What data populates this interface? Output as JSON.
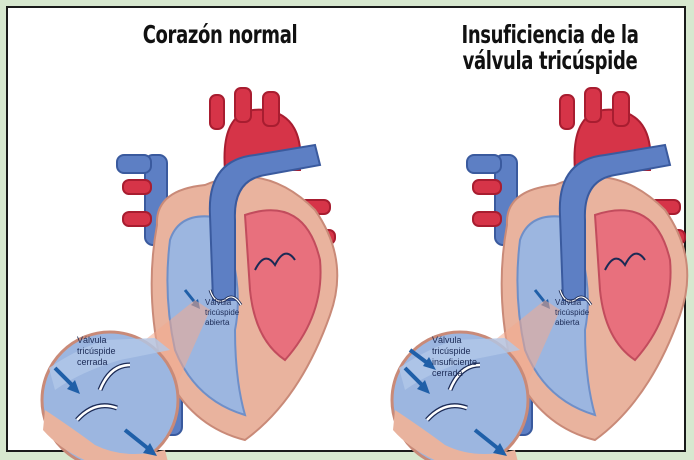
{
  "left": {
    "title": "Corazón normal",
    "valve_label_lines": [
      "Válvula",
      "tricúspide",
      "abierta"
    ],
    "inset_label_lines": [
      "Válvula",
      "tricúspide",
      "cerrada"
    ]
  },
  "right": {
    "title_lines": [
      "Insuficiencia de la",
      "válvula tricúspide"
    ],
    "valve_label_lines": [
      "Válvula",
      "tricúspide",
      "abierta"
    ],
    "inset_label_lines": [
      "Válvula",
      "tricúspide",
      "insuficiente",
      "cerrada"
    ]
  },
  "colors": {
    "background": "#d7e8cf",
    "artery_red": "#d63448",
    "vein_blue": "#5d7fc4",
    "myocardium": "#e9b39e",
    "right_chamber": "#9cb6e0",
    "left_chamber": "#e8707d",
    "arrow_blue": "#1f5fa8"
  }
}
